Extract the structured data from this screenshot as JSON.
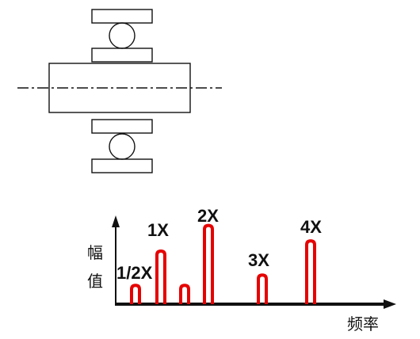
{
  "diagram": {
    "y_axis_label": [
      "幅",
      "值"
    ],
    "x_axis_label": "频率",
    "peaks": [
      {
        "label": "1/2X",
        "relative_amplitude": 0.22
      },
      {
        "label": "1X",
        "relative_amplitude": 0.62
      },
      {
        "label": "",
        "relative_amplitude": 0.22
      },
      {
        "label": "2X",
        "relative_amplitude": 0.92
      },
      {
        "label": "3X",
        "relative_amplitude": 0.34
      },
      {
        "label": "4X",
        "relative_amplitude": 0.74
      }
    ],
    "colors": {
      "peak": "#e60000",
      "lines": "#111111",
      "background": "#ffffff"
    }
  }
}
